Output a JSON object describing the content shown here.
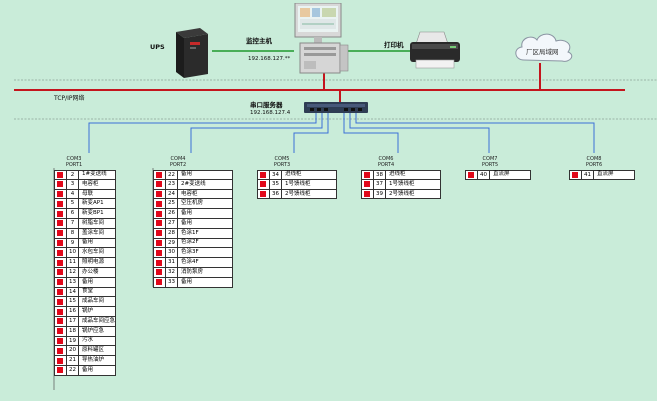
{
  "labels": {
    "ups": "UPS",
    "host_title": "监控主机",
    "host_ip": "192.168.127.**",
    "printer": "打印机",
    "cloud": "厂区局域网",
    "tcpip": "TCP/IP网络",
    "server_title": "串口服务器",
    "server_ip": "192.168.127.4"
  },
  "colors": {
    "background": "#c9ecd9",
    "wire_blue": "#3a6fd8",
    "wire_red": "#c4151d",
    "wire_green": "#1f9a2e",
    "status_red": "#e1081a"
  },
  "icons": [
    "ups-icon",
    "monitor-host-icon",
    "printer-icon",
    "cloud-icon",
    "serial-server-icon",
    "status-square-icon"
  ],
  "ports": [
    {
      "com": "COM3",
      "port": "PORT1",
      "items": [
        {
          "n": "2",
          "t": "1#变送线"
        },
        {
          "n": "3",
          "t": "电容柜"
        },
        {
          "n": "4",
          "t": "母联"
        },
        {
          "n": "5",
          "t": "新变AP1"
        },
        {
          "n": "6",
          "t": "新变BP1"
        },
        {
          "n": "7",
          "t": "树脂车间"
        },
        {
          "n": "8",
          "t": "盖涂车间"
        },
        {
          "n": "9",
          "t": "备用"
        },
        {
          "n": "10",
          "t": "水包车间"
        },
        {
          "n": "11",
          "t": "照明电源"
        },
        {
          "n": "12",
          "t": "办公楼"
        },
        {
          "n": "13",
          "t": "备用"
        },
        {
          "n": "14",
          "t": "食堂"
        },
        {
          "n": "15",
          "t": "成品车间"
        },
        {
          "n": "16",
          "t": "锅炉"
        },
        {
          "n": "17",
          "t": "成品车间应急"
        },
        {
          "n": "18",
          "t": "锅炉应急"
        },
        {
          "n": "19",
          "t": "污水"
        },
        {
          "n": "20",
          "t": "原料罐区"
        },
        {
          "n": "21",
          "t": "导热油炉"
        },
        {
          "n": "22",
          "t": "备用"
        }
      ]
    },
    {
      "com": "COM4",
      "port": "PORT2",
      "items": [
        {
          "n": "22",
          "t": "备用"
        },
        {
          "n": "23",
          "t": "2#变送线"
        },
        {
          "n": "24",
          "t": "电容柜"
        },
        {
          "n": "25",
          "t": "空压机房"
        },
        {
          "n": "26",
          "t": "备用"
        },
        {
          "n": "27",
          "t": "备用"
        },
        {
          "n": "28",
          "t": "色涂1F"
        },
        {
          "n": "29",
          "t": "色涂2F"
        },
        {
          "n": "30",
          "t": "色涂3F"
        },
        {
          "n": "31",
          "t": "色涂4F"
        },
        {
          "n": "32",
          "t": "消防泵房"
        },
        {
          "n": "33",
          "t": "备用"
        }
      ]
    },
    {
      "com": "COM5",
      "port": "PORT3",
      "items": [
        {
          "n": "34",
          "t": "进线柜"
        },
        {
          "n": "35",
          "t": "1号馈线柜"
        },
        {
          "n": "36",
          "t": "2号馈线柜"
        }
      ]
    },
    {
      "com": "COM6",
      "port": "PORT4",
      "items": [
        {
          "n": "38",
          "t": "进线柜"
        },
        {
          "n": "37",
          "t": "1号馈线柜"
        },
        {
          "n": "39",
          "t": "2号馈线柜"
        }
      ]
    },
    {
      "com": "COM7",
      "port": "PORT5",
      "items": [
        {
          "n": "40",
          "t": "直流屏"
        }
      ]
    },
    {
      "com": "COM8",
      "port": "PORT6",
      "items": [
        {
          "n": "41",
          "t": "直流屏"
        }
      ]
    }
  ]
}
